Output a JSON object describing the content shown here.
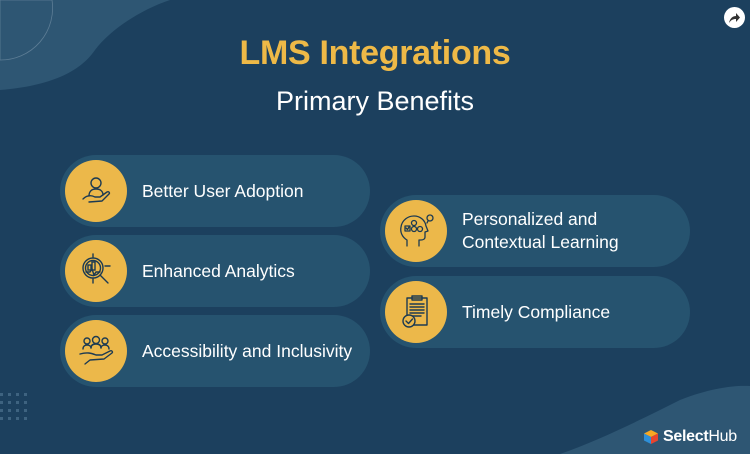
{
  "header": {
    "title": "LMS Integrations",
    "subtitle": "Primary Benefits"
  },
  "share_button": {
    "icon": "share-arrow-icon"
  },
  "benefits": [
    {
      "label": "Better User Adoption",
      "icon": "user-in-hand-icon"
    },
    {
      "label": "Enhanced Analytics",
      "icon": "magnifier-chart-icon"
    },
    {
      "label": "Accessibility and Inclusivity",
      "icon": "group-in-hand-icon"
    },
    {
      "label": "Personalized and Contextual Learning",
      "icon": "head-ideas-icon"
    },
    {
      "label": "Timely Compliance",
      "icon": "clipboard-check-icon"
    }
  ],
  "branding": {
    "logo_bold": "Select",
    "logo_regular": "Hub"
  },
  "colors": {
    "background": "#1c405e",
    "accent": "#ecb84a",
    "pill": "#26536f",
    "title": "#eeb947",
    "text": "#ffffff"
  }
}
